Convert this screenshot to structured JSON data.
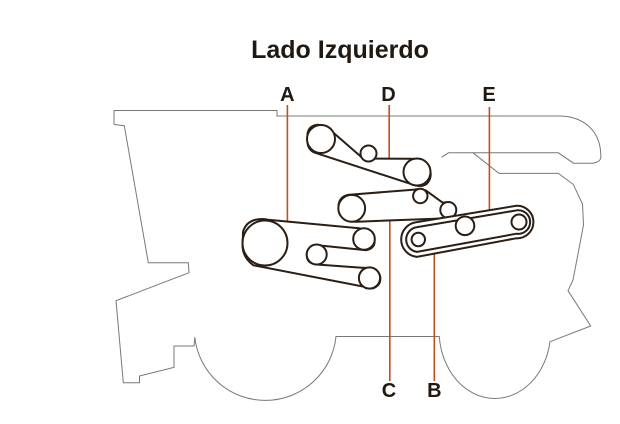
{
  "diagram": {
    "title": "Lado Izquierdo",
    "callouts": [
      {
        "id": "a",
        "label": "A",
        "position": "top"
      },
      {
        "id": "d",
        "label": "D",
        "position": "top"
      },
      {
        "id": "e",
        "label": "E",
        "position": "top"
      },
      {
        "id": "c",
        "label": "C",
        "position": "bottom"
      },
      {
        "id": "b",
        "label": "B",
        "position": "bottom"
      }
    ]
  },
  "colors": {
    "accent": "#c34e17",
    "outline": "#7a7873",
    "drawing": "#2b1e14",
    "text": "#201913",
    "background": "#ffffff"
  }
}
